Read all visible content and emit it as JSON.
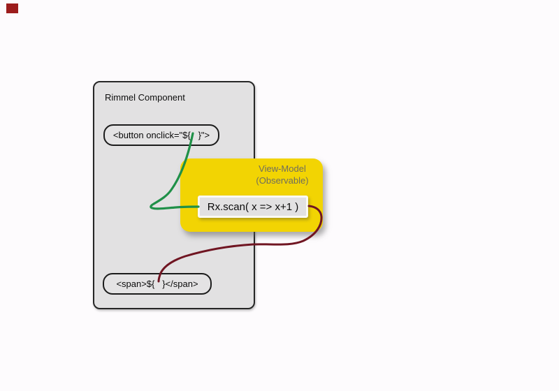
{
  "scene": {
    "background_color": "#fdfbfd",
    "recording_square_color": "#9c1c1c"
  },
  "component_box": {
    "title": "Rimmel Component",
    "button_snippet": "<button onclick=\"${   }\">",
    "span_snippet": "<span>${   }</span>",
    "fill": "#e2e1e2",
    "border_color": "#262626"
  },
  "view_model_box": {
    "title": "View-Model",
    "subtitle": "(Observable)",
    "code": "Rx.scan( x => x+1 )",
    "fill": "#f2d403",
    "label_color": "#6f6d5e"
  },
  "links": {
    "event_link_color": "#1f9048",
    "state_link_color": "#701522"
  }
}
